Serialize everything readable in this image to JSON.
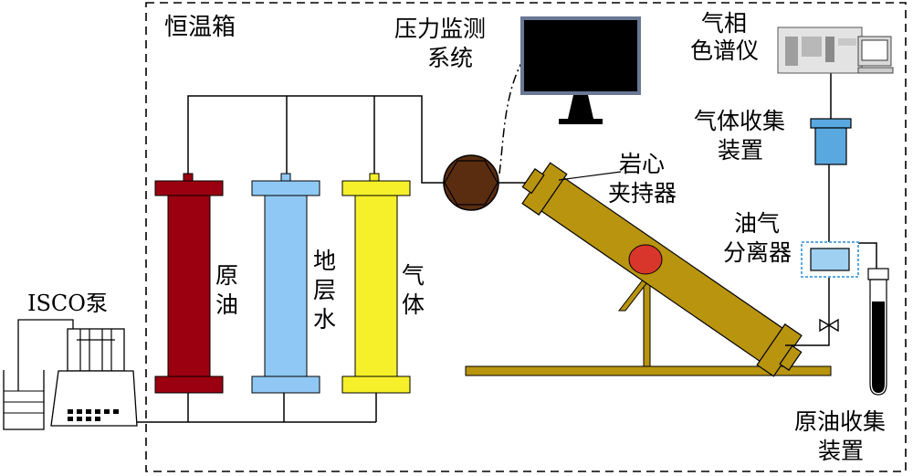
{
  "labels": {
    "oven": "恒温箱",
    "pressure_line1": "压力监测",
    "pressure_line2": "系统",
    "gc_line1": "气相",
    "gc_line2": "色谱仪",
    "gas_collect_line1": "气体收集",
    "gas_collect_line2": "装置",
    "core_holder_line1": "岩心",
    "core_holder_line2": "夹持器",
    "separator_line1": "油气",
    "separator_line2": "分离器",
    "isco_pump": "ISCO泵",
    "crude_oil": [
      "原",
      "油"
    ],
    "formation_water": [
      "地",
      "层",
      "水"
    ],
    "gas": [
      "气",
      "体"
    ],
    "oil_collect_line1": "原油收集",
    "oil_collect_line2": "装置"
  },
  "colors": {
    "crude_oil_cylinder": "#9b0010",
    "water_cylinder": "#8fc8f4",
    "gas_cylinder": "#f5f02a",
    "core_holder": "#b8940f",
    "core_sample": "#d8362a",
    "valve": "#5a2d10",
    "gas_collector": "#5aa8e0",
    "separator_fill": "#9fd0f2",
    "oil_fill": "#000000",
    "monitor_screen": "#000000"
  },
  "icons": [
    "monitor-icon",
    "gas-chromatograph-icon",
    "isco-pump-icon",
    "valve-icon",
    "beaker-icon",
    "test-tube-icon"
  ]
}
